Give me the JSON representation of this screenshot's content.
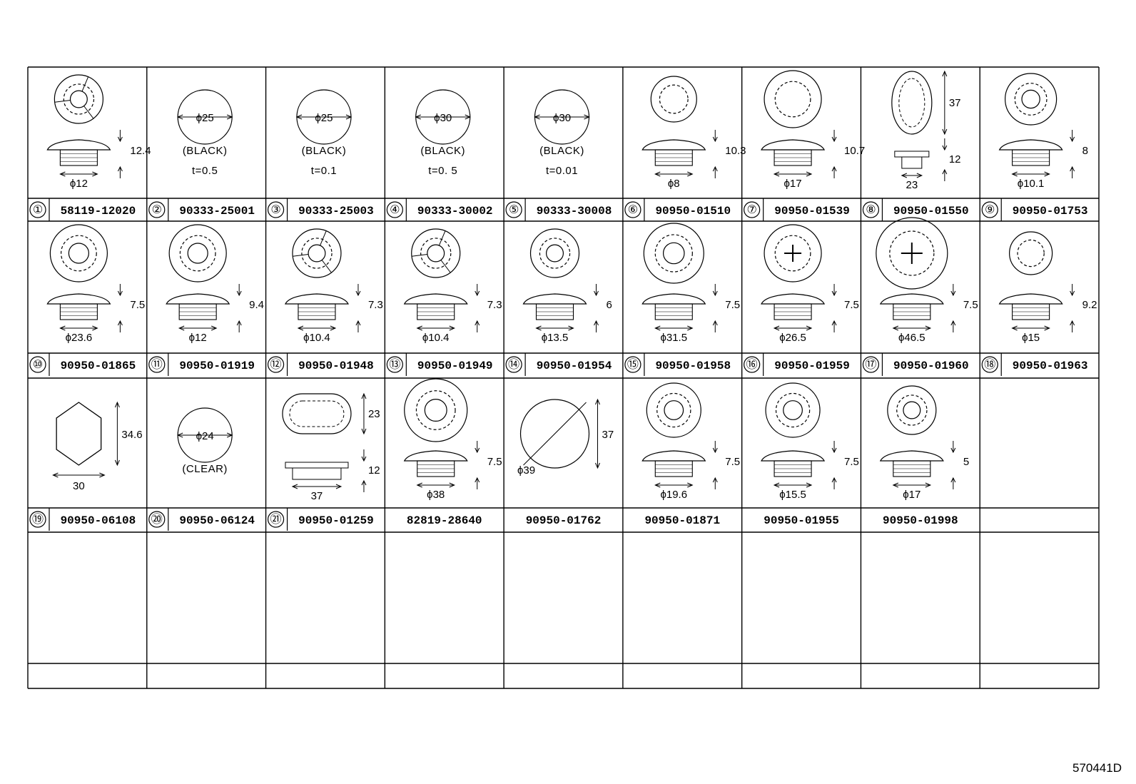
{
  "drawing_id": "570441D",
  "rows": [
    {
      "cells": [
        {
          "num": "①",
          "code": "58119-12020",
          "dims": [
            "12.4",
            "ϕ12"
          ],
          "notes": []
        },
        {
          "num": "②",
          "code": "90333-25001",
          "dims": [
            "ϕ25"
          ],
          "notes": [
            "(BLACK)",
            "t=0.5"
          ]
        },
        {
          "num": "③",
          "code": "90333-25003",
          "dims": [
            "ϕ25"
          ],
          "notes": [
            "(BLACK)",
            "t=0.1"
          ]
        },
        {
          "num": "④",
          "code": "90333-30002",
          "dims": [
            "ϕ30"
          ],
          "notes": [
            "(BLACK)",
            "t=0. 5"
          ]
        },
        {
          "num": "⑤",
          "code": "90333-30008",
          "dims": [
            "ϕ30"
          ],
          "notes": [
            "(BLACK)",
            "t=0.01"
          ]
        },
        {
          "num": "⑥",
          "code": "90950-01510",
          "dims": [
            "10.3",
            "ϕ8"
          ],
          "notes": []
        },
        {
          "num": "⑦",
          "code": "90950-01539",
          "dims": [
            "10.7",
            "ϕ17"
          ],
          "notes": []
        },
        {
          "num": "⑧",
          "code": "90950-01550",
          "dims": [
            "37",
            "12",
            "23"
          ],
          "notes": []
        },
        {
          "num": "⑨",
          "code": "90950-01753",
          "dims": [
            "8",
            "ϕ10.1"
          ],
          "notes": []
        }
      ]
    },
    {
      "cells": [
        {
          "num": "⑩",
          "code": "90950-01865",
          "dims": [
            "7.5",
            "ϕ23.6"
          ],
          "notes": []
        },
        {
          "num": "⑪",
          "code": "90950-01919",
          "dims": [
            "9.4",
            "ϕ12"
          ],
          "notes": []
        },
        {
          "num": "⑫",
          "code": "90950-01948",
          "dims": [
            "7.3",
            "ϕ10.4"
          ],
          "notes": []
        },
        {
          "num": "⑬",
          "code": "90950-01949",
          "dims": [
            "7.3",
            "ϕ10.4"
          ],
          "notes": []
        },
        {
          "num": "⑭",
          "code": "90950-01954",
          "dims": [
            "6",
            "ϕ13.5"
          ],
          "notes": []
        },
        {
          "num": "⑮",
          "code": "90950-01958",
          "dims": [
            "7.5",
            "ϕ31.5"
          ],
          "notes": []
        },
        {
          "num": "⑯",
          "code": "90950-01959",
          "dims": [
            "7.5",
            "ϕ26.5"
          ],
          "notes": []
        },
        {
          "num": "⑰",
          "code": "90950-01960",
          "dims": [
            "7.5",
            "ϕ46.5"
          ],
          "notes": []
        },
        {
          "num": "⑱",
          "code": "90950-01963",
          "dims": [
            "9.2",
            "ϕ15"
          ],
          "notes": []
        }
      ]
    },
    {
      "cells": [
        {
          "num": "⑲",
          "code": "90950-06108",
          "dims": [
            "34.6",
            "30"
          ],
          "notes": []
        },
        {
          "num": "⑳",
          "code": "90950-06124",
          "dims": [
            "ϕ24"
          ],
          "notes": [
            "(CLEAR)"
          ]
        },
        {
          "num": "㉑",
          "code": "90950-01259",
          "dims": [
            "23",
            "12",
            "37"
          ],
          "notes": []
        },
        {
          "num": "",
          "code": "82819-28640",
          "dims": [
            "7.5",
            "ϕ38"
          ],
          "notes": []
        },
        {
          "num": "",
          "code": "90950-01762",
          "dims": [
            "37",
            "ϕ39"
          ],
          "notes": []
        },
        {
          "num": "",
          "code": "90950-01871",
          "dims": [
            "7.5",
            "ϕ19.6"
          ],
          "notes": []
        },
        {
          "num": "",
          "code": "90950-01955",
          "dims": [
            "7.5",
            "ϕ15.5"
          ],
          "notes": []
        },
        {
          "num": "",
          "code": "90950-01998",
          "dims": [
            "5",
            "ϕ17"
          ],
          "notes": []
        },
        {
          "num": "",
          "code": "",
          "dims": [],
          "notes": []
        }
      ]
    }
  ]
}
